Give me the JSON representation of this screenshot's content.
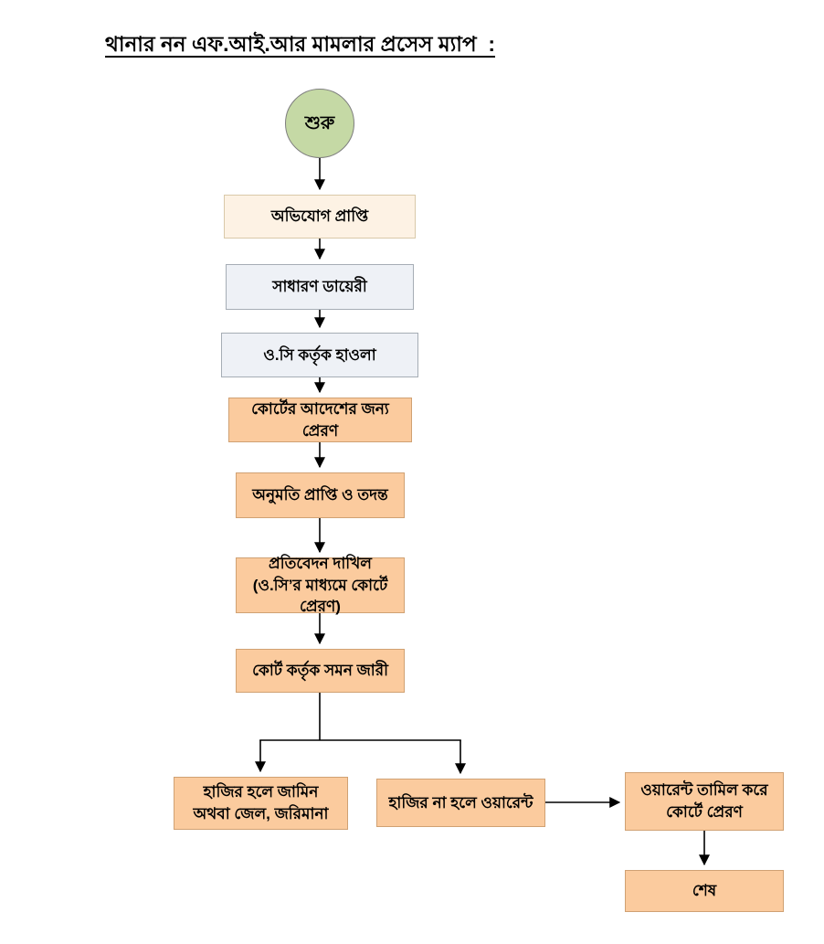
{
  "title": "থানার নন এফ.আই.আর মামলার প্রসেস ম্যাপ  :",
  "palette": {
    "start_fill": "#c5d9a5",
    "start_border": "#7f7f7f",
    "cream_fill": "#fdf2e4",
    "cream_border": "#d9c9a9",
    "gray_fill": "#eef1f6",
    "gray_border": "#a6adb5",
    "peach_fill": "#fbcb9e",
    "peach_border": "#d0a173",
    "arrow_color": "#000000",
    "text_color": "#000000"
  },
  "flow": {
    "type": "flowchart",
    "nodes": [
      {
        "id": "start",
        "shape": "circle",
        "fill": "#c5d9a5",
        "label": "শুরু"
      },
      {
        "id": "complaint-received",
        "shape": "rect",
        "fill": "#fdf2e4",
        "label": "অভিযোগ প্রাপ্তি"
      },
      {
        "id": "general-diary",
        "shape": "rect",
        "fill": "#eef1f6",
        "label": "সাধারণ ডায়েরী"
      },
      {
        "id": "oc-hawala",
        "shape": "rect",
        "fill": "#eef1f6",
        "label": "ও.সি কর্তৃক হাওলা"
      },
      {
        "id": "send-for-court-order",
        "shape": "rect",
        "fill": "#fbcb9e",
        "label": "কোর্টের আদেশের জন্য প্রেরণ"
      },
      {
        "id": "permission-and-investigation",
        "shape": "rect",
        "fill": "#fbcb9e",
        "label": "অনুমতি প্রাপ্তি ও তদন্ত"
      },
      {
        "id": "report-submission",
        "shape": "rect",
        "fill": "#fbcb9e",
        "label": "প্রতিবেদন দাখিল (ও.সি’র মাধ্যমে কোর্টে প্রেরণ)"
      },
      {
        "id": "court-summons",
        "shape": "rect",
        "fill": "#fbcb9e",
        "label": "কোর্ট কর্তৃক সমন জারী"
      },
      {
        "id": "if-appears",
        "shape": "rect",
        "fill": "#fbcb9e",
        "label": "হাজির হলে জামিন অথবা জেল, জরিমানা"
      },
      {
        "id": "if-not-appears",
        "shape": "rect",
        "fill": "#fbcb9e",
        "label": "হাজির না হলে ওয়ারেন্ট"
      },
      {
        "id": "warrant-executed",
        "shape": "rect",
        "fill": "#fbcb9e",
        "label": "ওয়ারেন্ট তামিল করে কোর্টে প্রেরণ"
      },
      {
        "id": "end",
        "shape": "rect",
        "fill": "#fbcb9e",
        "label": "শেষ"
      }
    ],
    "edges": [
      {
        "from": "start",
        "to": "complaint-received"
      },
      {
        "from": "complaint-received",
        "to": "general-diary"
      },
      {
        "from": "general-diary",
        "to": "oc-hawala"
      },
      {
        "from": "oc-hawala",
        "to": "send-for-court-order"
      },
      {
        "from": "send-for-court-order",
        "to": "permission-and-investigation"
      },
      {
        "from": "permission-and-investigation",
        "to": "report-submission"
      },
      {
        "from": "report-submission",
        "to": "court-summons"
      },
      {
        "from": "court-summons",
        "to": "if-appears"
      },
      {
        "from": "court-summons",
        "to": "if-not-appears"
      },
      {
        "from": "if-not-appears",
        "to": "warrant-executed"
      },
      {
        "from": "warrant-executed",
        "to": "end"
      }
    ]
  }
}
